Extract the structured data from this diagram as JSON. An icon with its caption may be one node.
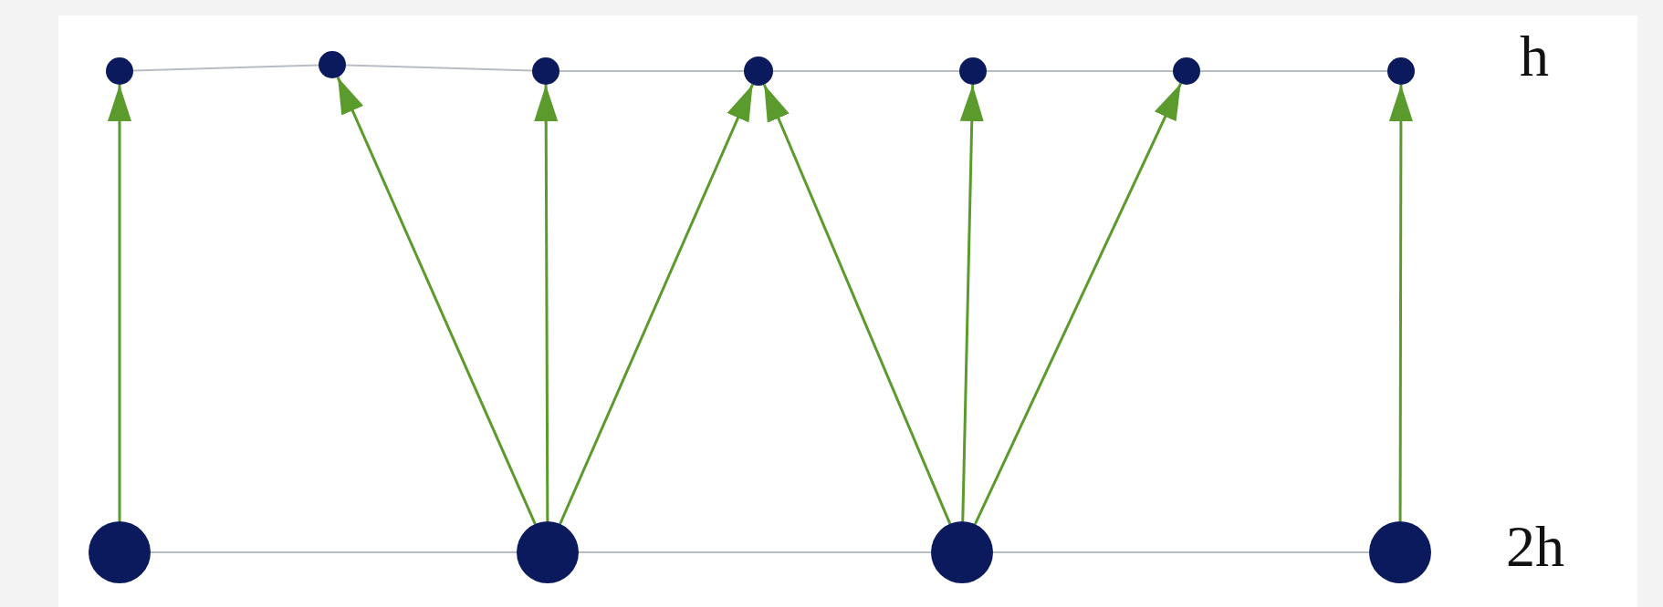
{
  "diagram": {
    "nodes": [
      {
        "text": [],
        "shape": "circle"
      },
      {
        "text": [],
        "shape": "circle"
      },
      {
        "text": [],
        "shape": "circle"
      },
      {
        "text": [],
        "shape": "circle"
      },
      {
        "text": [],
        "shape": "circle"
      },
      {
        "text": [],
        "shape": "circle"
      },
      {
        "text": [],
        "shape": "circle"
      },
      {
        "text": [],
        "shape": "circle"
      },
      {
        "text": [],
        "shape": "circle"
      },
      {
        "text": [],
        "shape": "circle"
      },
      {
        "text": [],
        "shape": "circle"
      }
    ],
    "edges": [
      {
        "from": 0,
        "to": 1,
        "arrow": "none"
      },
      {
        "from": 1,
        "to": 2,
        "arrow": "none"
      },
      {
        "from": 2,
        "to": 3,
        "arrow": "none"
      },
      {
        "from": 3,
        "to": 4,
        "arrow": "none"
      },
      {
        "from": 4,
        "to": 5,
        "arrow": "none"
      },
      {
        "from": 5,
        "to": 6,
        "arrow": "none"
      },
      {
        "from": 7,
        "to": 8,
        "arrow": "none"
      },
      {
        "from": 8,
        "to": 9,
        "arrow": "none"
      },
      {
        "from": 9,
        "to": 10,
        "arrow": "none"
      },
      {
        "from": 7,
        "to": 0,
        "arrow": "to",
        "color": "#5b9a2c"
      },
      {
        "from": 8,
        "to": 1,
        "arrow": "to",
        "color": "#5b9a2c"
      },
      {
        "from": 8,
        "to": 2,
        "arrow": "to",
        "color": "#5b9a2c"
      },
      {
        "from": 8,
        "to": 3,
        "arrow": "to",
        "color": "#5b9a2c"
      },
      {
        "from": 9,
        "to": 3,
        "arrow": "to",
        "color": "#5b9a2c"
      },
      {
        "from": 9,
        "to": 4,
        "arrow": "to",
        "color": "#5b9a2c"
      },
      {
        "from": 9,
        "to": 5,
        "arrow": "to",
        "color": "#5b9a2c"
      },
      {
        "from": 10,
        "to": 6,
        "arrow": "to",
        "color": "#5b9a2c"
      }
    ],
    "labels": [
      "h",
      "2h"
    ]
  }
}
